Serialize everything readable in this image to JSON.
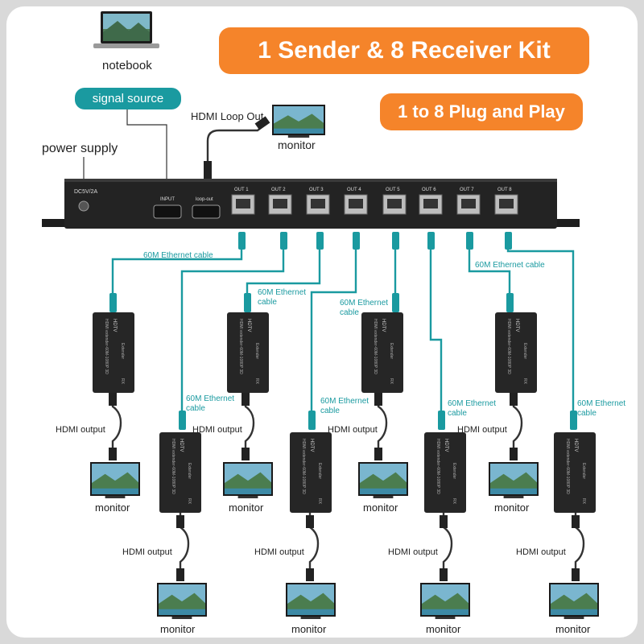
{
  "title": "1 Sender & 8 Receiver Kit",
  "subtitle": "1 to 8 Plug and Play",
  "labels": {
    "notebook": "notebook",
    "signal_source": "signal source",
    "power_supply": "power supply",
    "hdmi_loop_out": "HDMI Loop Out",
    "monitor": "monitor",
    "hdmi_output": "HDMI output",
    "cable_line1": "60M Ethernet",
    "cable_line2": "cable",
    "cable_full": "60M Ethernet cable"
  },
  "sender": {
    "dc_label": "DC5V/2A",
    "input_label": "INPUT",
    "loop_label": "loop-out",
    "ports": [
      "OUT 1",
      "OUT 2",
      "OUT 3",
      "OUT 4",
      "OUT 5",
      "OUT 6",
      "OUT 7",
      "OUT 8"
    ]
  },
  "receiver": {
    "brand": "HDTV",
    "model": "HDMI extender-60M-1080P 3D",
    "tag": "Extender",
    "side": "RX"
  },
  "colors": {
    "background": "#d9d9d9",
    "accent_orange": "#f5842a",
    "teal": "#1a9aa0",
    "device": "#262626"
  }
}
